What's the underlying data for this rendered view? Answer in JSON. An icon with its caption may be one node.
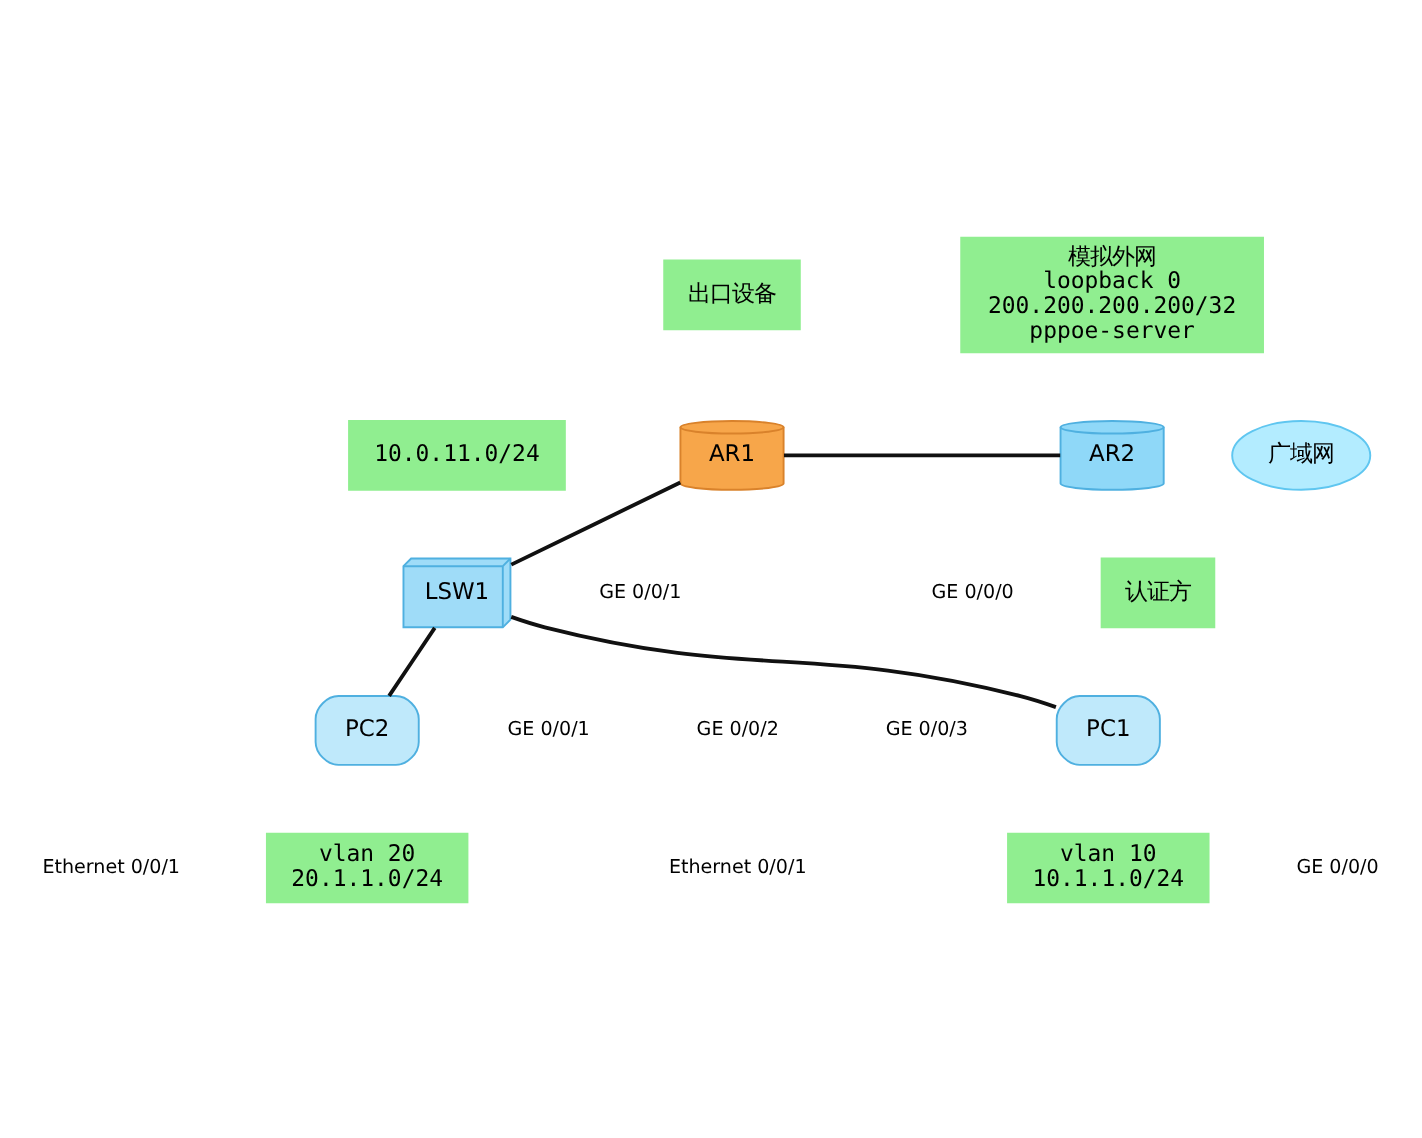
{
  "diagram": {
    "nodes": [
      {
        "text": [
          "模拟外网",
          "loopback 0",
          "200.200.200.200/32",
          "pppoe-server"
        ]
      },
      {
        "text": [
          "出口设备"
        ]
      },
      {
        "text": [
          "AR1"
        ]
      },
      {
        "text": [
          "AR2"
        ]
      },
      {
        "text": [
          "广域网"
        ]
      },
      {
        "text": [
          "10.0.11.0/24"
        ]
      },
      {
        "text": [
          "认证方"
        ]
      },
      {
        "text": [
          "LSW1"
        ]
      },
      {
        "text": [
          "PC1"
        ]
      },
      {
        "text": [
          "PC2"
        ]
      },
      {
        "text": [
          "vlan 10",
          "10.1.1.0/24"
        ]
      },
      {
        "text": [
          "vlan 20",
          "20.1.1.0/24"
        ]
      }
    ],
    "edges": [
      {
        "from": 2,
        "to": 3,
        "arrow": "none"
      },
      {
        "from": 2,
        "to": 7,
        "arrow": "none"
      },
      {
        "from": 7,
        "to": 8,
        "arrow": "none"
      },
      {
        "from": 7,
        "to": 9,
        "arrow": "none"
      }
    ],
    "labels": [
      "GE 0/0/0",
      "GE 0/0/0",
      "GE 0/0/1",
      "GE 0/0/1",
      "GE 0/0/2",
      "GE 0/0/3",
      "Ethernet 0/0/1",
      "Ethernet 0/0/1"
    ]
  }
}
